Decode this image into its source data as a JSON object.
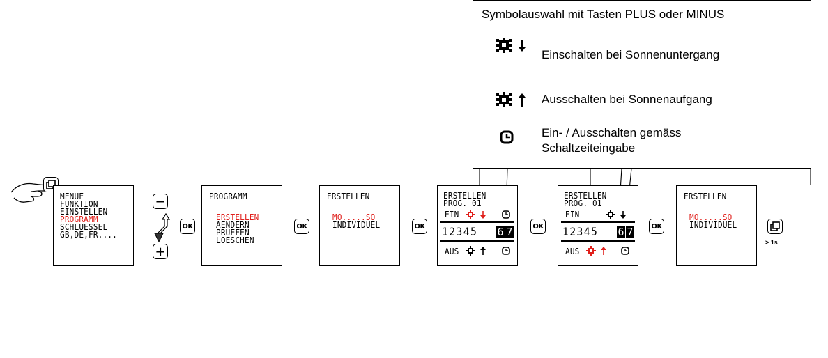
{
  "callout": {
    "title": "Symbolauswahl mit Tasten PLUS oder MINUS",
    "sunset_label": "Einschalten bei Sonnenuntergang",
    "sunrise_label": "Ausschalten bei Sonnenaufgang",
    "clock_label_1": "Ein- / Ausschalten gemäss",
    "clock_label_2": "Schaltzeiteingabe"
  },
  "screen1": {
    "lines": [
      "MENUE",
      "FUNKTION",
      "EINSTELLEN",
      "PROGRAMM",
      "SCHLUESSEL",
      "GB,DE,FR...."
    ],
    "highlight_index": 3
  },
  "screen2": {
    "title": "PROGRAMM",
    "items": [
      "ERSTELLEN",
      "AENDERN",
      "PRUEFEN",
      "LOESCHEN"
    ]
  },
  "screen3": {
    "title": "ERSTELLEN",
    "line1": "MO.....SO",
    "line2": "INDIVIDUEL"
  },
  "screen4": {
    "title": "ERSTELLEN",
    "prog": "PROG. 01",
    "ein": "EIN",
    "days": [
      "1",
      "2",
      "3",
      "4",
      "5",
      "6",
      "7"
    ],
    "aus": "AUS"
  },
  "screen5": {
    "title": "ERSTELLEN",
    "prog": "PROG. 01",
    "ein": "EIN",
    "days": [
      "1",
      "2",
      "3",
      "4",
      "5",
      "6",
      "7"
    ],
    "aus": "AUS"
  },
  "screen6": {
    "title": "ERSTELLEN",
    "line1": "MO.....SO",
    "line2": "INDIVIDUEL"
  },
  "keys": {
    "minus": "−",
    "plus": "+",
    "ok": "OK",
    "hold_label": "> 1s"
  },
  "colors": {
    "highlight": "#e0201c"
  }
}
